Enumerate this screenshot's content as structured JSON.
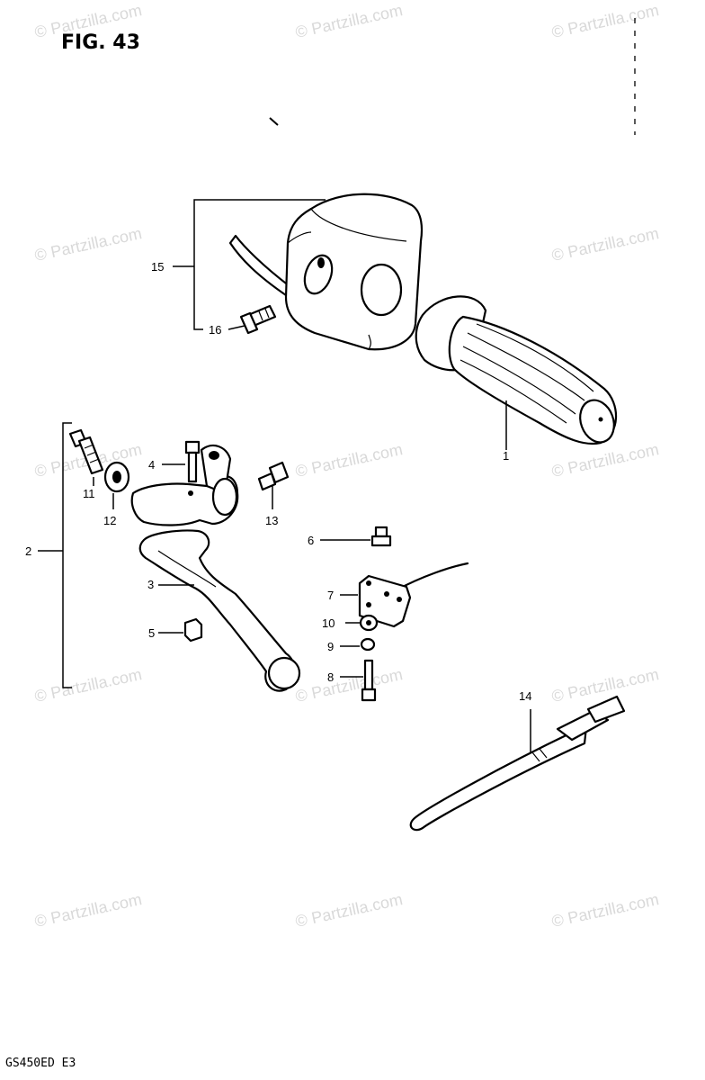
{
  "figure": {
    "title": "FIG. 43",
    "model_code": "GS450ED  E3"
  },
  "watermark": {
    "text": "© Partzilla.com",
    "color": "#d9d9d9"
  },
  "callouts": [
    {
      "id": "c1",
      "label": "1"
    },
    {
      "id": "c2",
      "label": "2"
    },
    {
      "id": "c3",
      "label": "3"
    },
    {
      "id": "c4",
      "label": "4"
    },
    {
      "id": "c5",
      "label": "5"
    },
    {
      "id": "c6",
      "label": "6"
    },
    {
      "id": "c7",
      "label": "7"
    },
    {
      "id": "c8",
      "label": "8"
    },
    {
      "id": "c9",
      "label": "9"
    },
    {
      "id": "c10",
      "label": "10"
    },
    {
      "id": "c11",
      "label": "11"
    },
    {
      "id": "c12",
      "label": "12"
    },
    {
      "id": "c13",
      "label": "13"
    },
    {
      "id": "c14",
      "label": "14"
    },
    {
      "id": "c15",
      "label": "15"
    },
    {
      "id": "c16",
      "label": "16"
    }
  ]
}
